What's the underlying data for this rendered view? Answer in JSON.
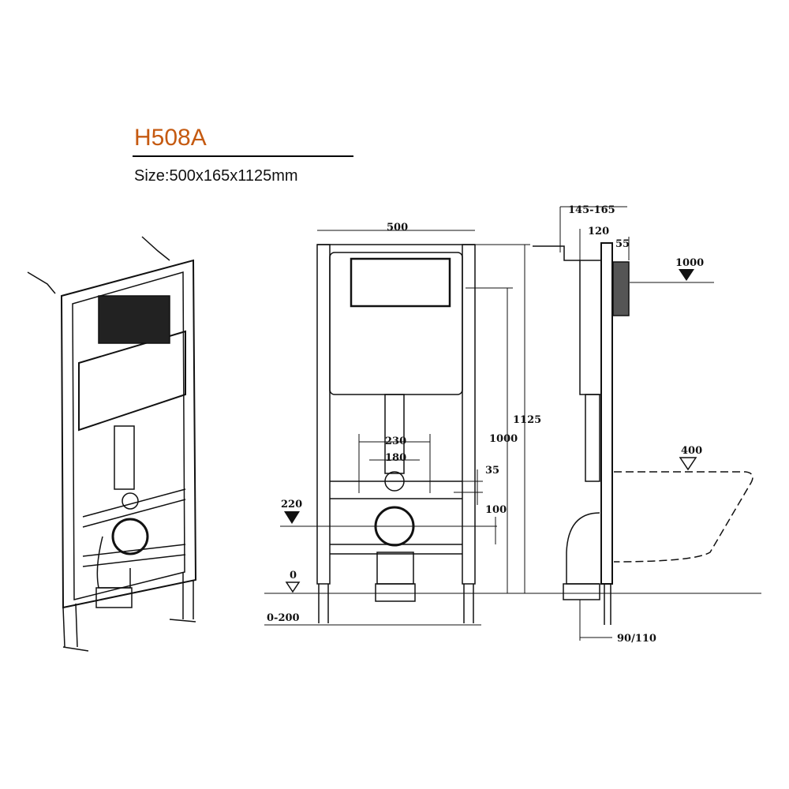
{
  "header": {
    "model": "H508A",
    "size": "Size:500x165x1125mm"
  },
  "colors": {
    "title": "#c55a11",
    "line": "#111111"
  },
  "dimensions": {
    "front": {
      "width": "500",
      "d230": "230",
      "d180": "180",
      "d35": "35",
      "d100": "100",
      "d220": "220",
      "d0": "0",
      "d0_200": "0-200",
      "h1000": "1000",
      "h1125": "1125"
    },
    "side": {
      "d145_165": "145-165",
      "d120": "120",
      "d55": "55",
      "h1000": "1000",
      "d400": "400",
      "d90_110": "90/110"
    }
  }
}
